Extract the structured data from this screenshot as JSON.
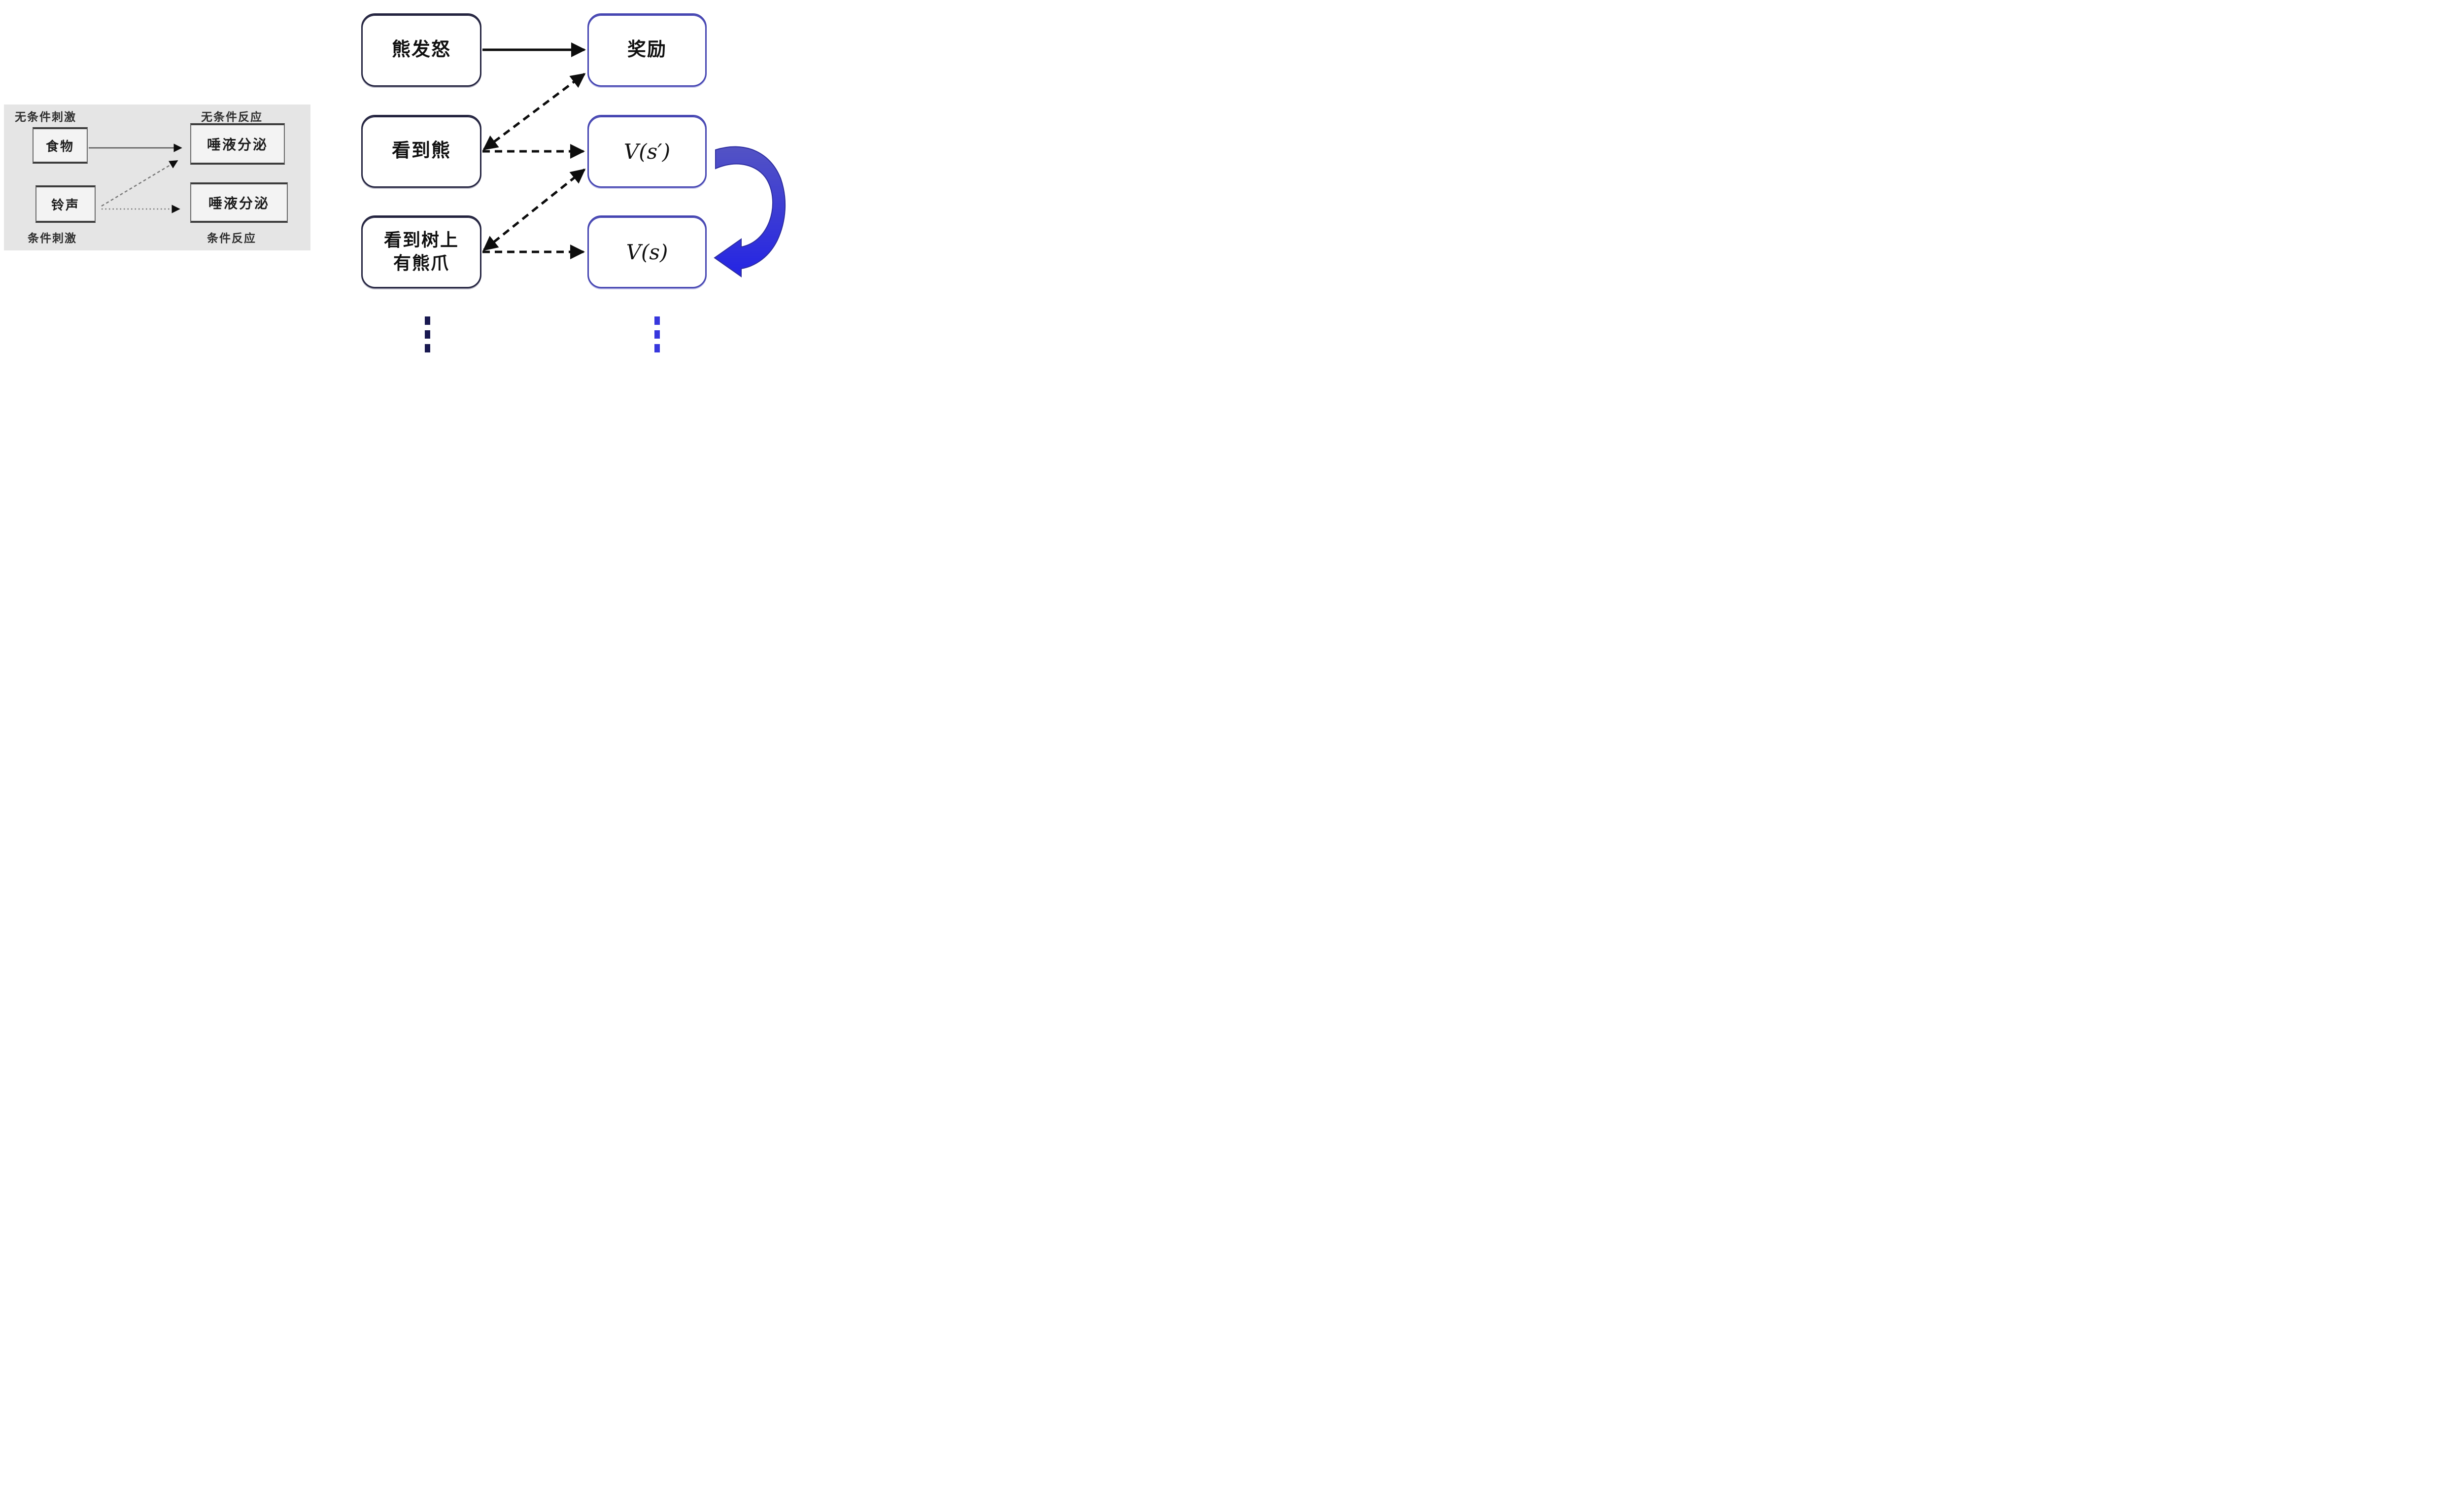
{
  "colors": {
    "page_bg": "#ffffff",
    "panel_bg": "#e5e5e5",
    "panel_box_bg": "#f3f3f3",
    "panel_border": "#6a6a6a",
    "panel_border_strong": "#3c3c3c",
    "panel_text": "#2e2e2e",
    "panel_line": "#5a5a5a",
    "panel_dash": "#7a7a7a",
    "arrow_black": "#0d0d0d",
    "stimulus_border": "#23233f",
    "value_border": "#4646b2",
    "box_text": "#111111",
    "loop_top": "#5353c4",
    "loop_bottom": "#2424e4",
    "loop_edge": "#2e2ea0",
    "dots_left": "#191950",
    "dots_right": "#3737dd"
  },
  "left_panel": {
    "labels": {
      "top_left": "无条件刺激",
      "top_right": "无条件反应",
      "bottom_left": "条件刺激",
      "bottom_right": "条件反应"
    },
    "boxes": {
      "food": "食物",
      "salivation_top": "唾液分泌",
      "bell": "铃声",
      "salivation_bottom": "唾液分泌"
    }
  },
  "right_diagram": {
    "stimulus_boxes": {
      "row1": "熊发怒",
      "row2": "看到熊",
      "row3_line1": "看到树上",
      "row3_line2": "有熊爪"
    },
    "value_boxes": {
      "row1": "奖励",
      "row2": "V(s′)",
      "row3": "V(s)"
    }
  }
}
